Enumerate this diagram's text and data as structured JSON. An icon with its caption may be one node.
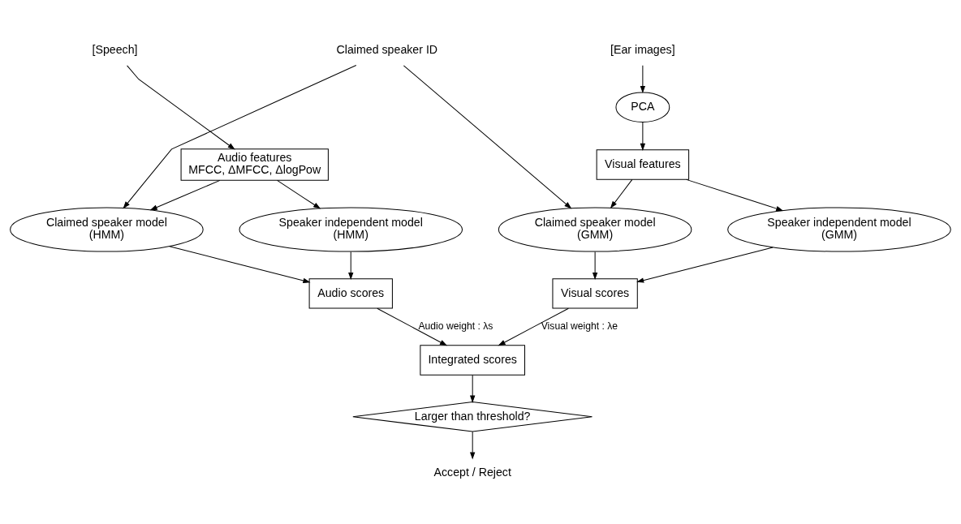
{
  "diagram": {
    "nodes": [
      {
        "text": [
          "[Speech]"
        ]
      },
      {
        "text": [
          "Claimed speaker ID"
        ]
      },
      {
        "text": [
          "Audio features",
          "MFCC, ΔMFCC, ΔlogPow"
        ]
      },
      {
        "text": [
          "[Ear images]"
        ]
      },
      {
        "text": [
          "PCA"
        ]
      },
      {
        "text": [
          "Visual features"
        ]
      },
      {
        "text": [
          "Claimed speaker model",
          "(HMM)"
        ]
      },
      {
        "text": [
          "Speaker independent model",
          "(HMM)"
        ]
      },
      {
        "text": [
          "Claimed speaker model",
          "(GMM)"
        ]
      },
      {
        "text": [
          "Speaker independent model",
          "(GMM)"
        ]
      },
      {
        "text": [
          "Audio scores"
        ]
      },
      {
        "text": [
          "Visual scores"
        ]
      },
      {
        "text": [
          "Integrated scores"
        ]
      },
      {
        "text": [
          "Larger than threshold?"
        ]
      },
      {
        "text": [
          "Accept / Reject"
        ]
      }
    ],
    "edges": [
      {
        "from": 0,
        "to": 2,
        "arrow": "to"
      },
      {
        "from": 1,
        "to": 6,
        "arrow": "to"
      },
      {
        "from": 1,
        "to": 8,
        "arrow": "to"
      },
      {
        "from": 2,
        "to": 6,
        "arrow": "to"
      },
      {
        "from": 2,
        "to": 7,
        "arrow": "to"
      },
      {
        "from": 3,
        "to": 4,
        "arrow": "to"
      },
      {
        "from": 4,
        "to": 5,
        "arrow": "to"
      },
      {
        "from": 5,
        "to": 8,
        "arrow": "to"
      },
      {
        "from": 5,
        "to": 9,
        "arrow": "to"
      },
      {
        "from": 6,
        "to": 10,
        "arrow": "to"
      },
      {
        "from": 7,
        "to": 10,
        "arrow": "to"
      },
      {
        "from": 8,
        "to": 11,
        "arrow": "to"
      },
      {
        "from": 9,
        "to": 11,
        "arrow": "to"
      },
      {
        "from": 10,
        "to": 12,
        "arrow": "to",
        "label": "Audio weight : λs"
      },
      {
        "from": 11,
        "to": 12,
        "arrow": "to",
        "label": "Visual weight : λe"
      },
      {
        "from": 12,
        "to": 13,
        "arrow": "to"
      },
      {
        "from": 13,
        "to": 14,
        "arrow": "to"
      }
    ]
  }
}
